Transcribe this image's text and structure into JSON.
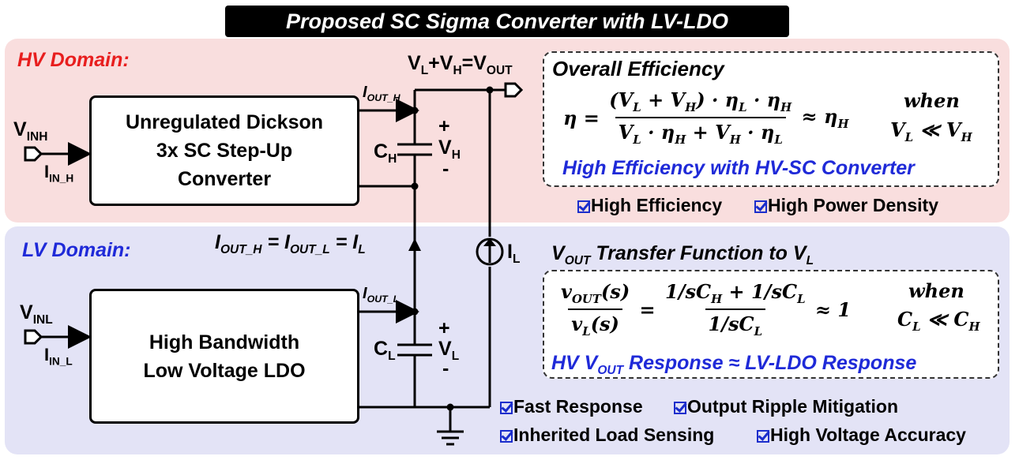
{
  "title": "Proposed SC Sigma Converter with LV-LDO",
  "hv": {
    "label": "HV Domain:",
    "block": {
      "line1": "Unregulated Dickson",
      "line2": "3x SC Step-Up",
      "line3": "Converter"
    },
    "vin": {
      "main": "V",
      "sub": "INH"
    },
    "iin": {
      "main": "I",
      "sub": "IN_H"
    },
    "iout": {
      "main": "I",
      "sub": "OUT_H"
    },
    "cap": {
      "main": "C",
      "sub": "H"
    },
    "volt": {
      "main": "V",
      "sub": "H"
    },
    "plus": "+",
    "minus": "-"
  },
  "lv": {
    "label": "LV Domain:",
    "block": {
      "line1": "High Bandwidth",
      "line2": "Low Voltage LDO"
    },
    "vin": {
      "main": "V",
      "sub": "INL"
    },
    "iin": {
      "main": "I",
      "sub": "IN_L"
    },
    "iout": {
      "main": "I",
      "sub": "OUT_L"
    },
    "cap": {
      "main": "C",
      "sub": "L"
    },
    "volt": {
      "main": "V",
      "sub": "L"
    },
    "plus": "+",
    "minus": "-"
  },
  "vout_label": {
    "v": "V",
    "l": "L",
    "plus": "+V",
    "h": "H",
    "eq": "=V",
    "out": "OUT"
  },
  "current_eq": {
    "i1": "I",
    "s1": "OUT_H",
    "eq1": " = I",
    "s2": "OUT_L",
    "eq2": " = I",
    "s3": "L"
  },
  "load": {
    "main": "I",
    "sub": "L"
  },
  "efficiency_box": {
    "heading": "Overall Efficiency",
    "eta": "η =",
    "numerator": "(V_L + V_H) · η_L · η_H",
    "denominator": "V_L · η_H + V_H · η_L",
    "approx": "≈ η_H",
    "when": "when",
    "condition": "V_L ≪ V_H",
    "note": "High Efficiency with HV-SC Converter"
  },
  "hv_features": [
    "High Efficiency",
    "High Power Density"
  ],
  "transfer_box": {
    "heading_a": "V",
    "heading_sub": "OUT",
    "heading_b": " Transfer Function to V",
    "heading_sub2": "L",
    "lhs_num": "v_OUT(s)",
    "lhs_den": "v_L(s)",
    "rhs_num": "1/sC_H + 1/sC_L",
    "rhs_den": "1/sC_L",
    "approx": "≈ 1",
    "when": "when",
    "condition": "C_L ≪ C_H",
    "note_a": "HV V",
    "note_sub": "OUT",
    "note_b": " Response ≈ LV-LDO Response"
  },
  "lv_features": [
    "Fast Response",
    "Output Ripple Mitigation",
    "Inherited Load Sensing",
    "High Voltage Accuracy"
  ],
  "colors": {
    "hv_bg": "#f9dede",
    "lv_bg": "#e3e3f6",
    "accent_blue": "#1f2ad8",
    "accent_red": "#e81e1e"
  }
}
